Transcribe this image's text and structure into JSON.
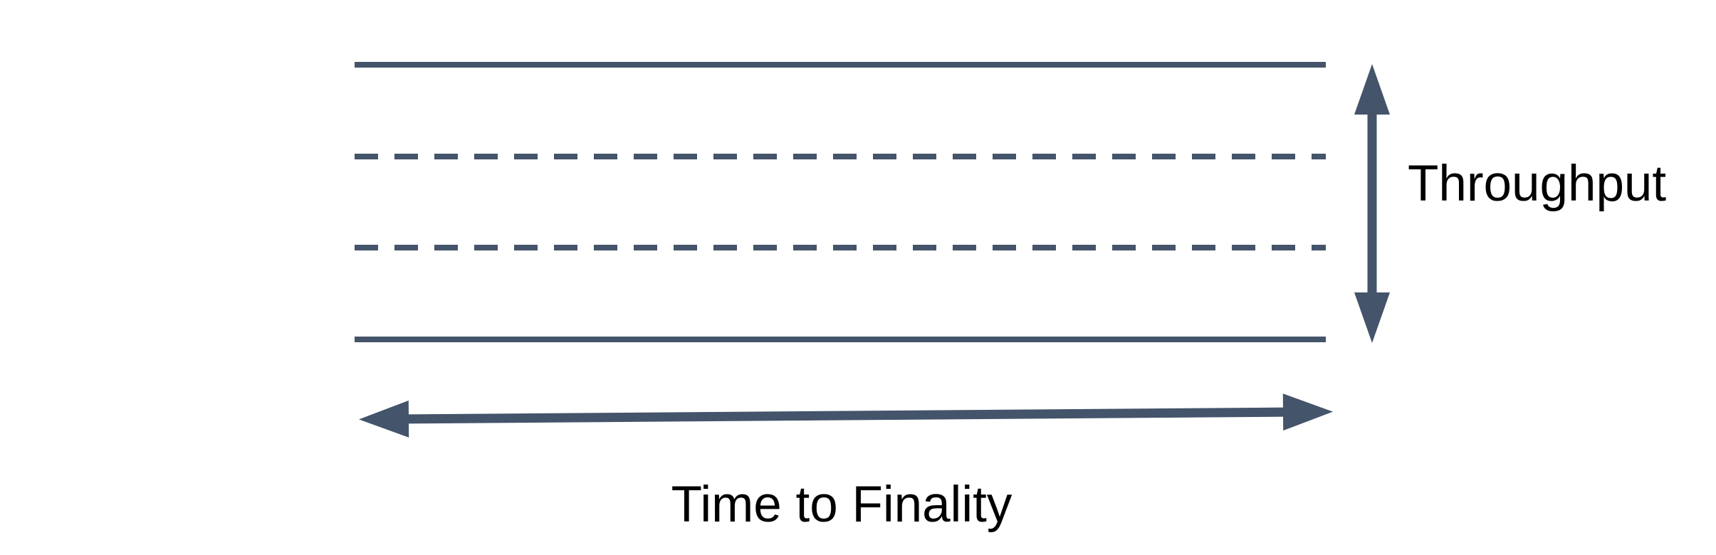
{
  "diagram": {
    "type": "band-with-axis-annotations",
    "labels": {
      "throughput": "Throughput",
      "time_to_finality": "Time to Finality"
    },
    "colors": {
      "shape": "#44546A",
      "label_text": "#000000",
      "background": "#FFFFFF"
    },
    "band": {
      "lines": [
        {
          "position": "top",
          "style": "solid"
        },
        {
          "position": "upper-middle",
          "style": "dashed"
        },
        {
          "position": "lower-middle",
          "style": "dashed"
        },
        {
          "position": "bottom",
          "style": "solid"
        }
      ]
    },
    "arrows": [
      {
        "name": "throughput-extent",
        "orientation": "vertical",
        "heads": "both",
        "label": "Throughput"
      },
      {
        "name": "time-to-finality-extent",
        "orientation": "horizontal",
        "heads": "both",
        "label": "Time to Finality"
      }
    ]
  }
}
